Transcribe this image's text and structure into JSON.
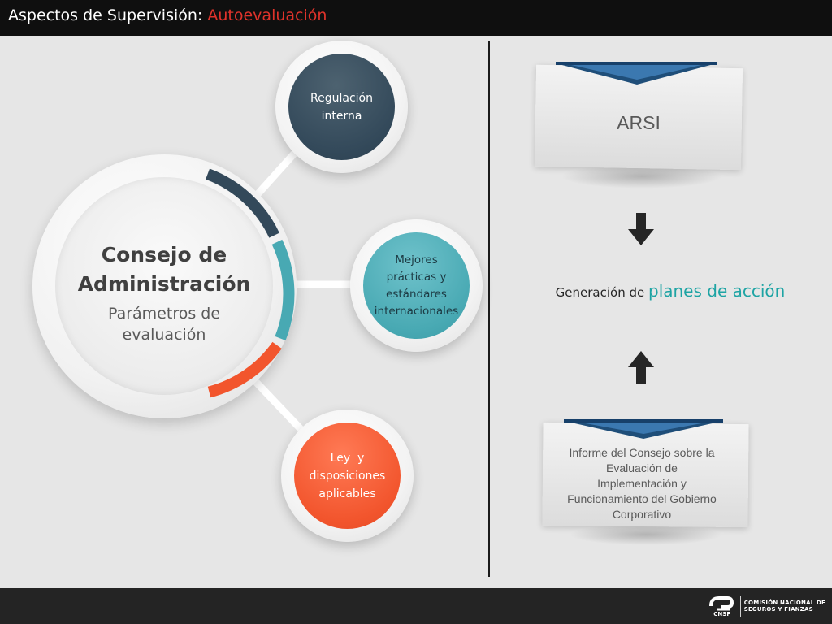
{
  "header": {
    "title_prefix": "Aspectos de Supervisión: ",
    "title_accent": "Autoevaluación"
  },
  "center": {
    "title_line1": "Consejo de",
    "title_line2": "Administración",
    "subtitle_line1": "Parámetros de",
    "subtitle_line2": "evaluación"
  },
  "nodes": [
    {
      "lines": [
        "Regulación",
        "interna"
      ],
      "color": "#33495a"
    },
    {
      "lines": [
        "Mejores",
        "prácticas y",
        "estándares",
        "internacionales"
      ],
      "color": "#48a9b3"
    },
    {
      "lines": [
        "Ley  y",
        "disposiciones",
        "aplicables"
      ],
      "color": "#f2552d"
    }
  ],
  "right": {
    "card1_text": "ARSI",
    "generation_prefix": "Generación de ",
    "generation_accent": "planes de acción",
    "card2_lines": [
      "Informe del Consejo sobre la",
      "Evaluación de",
      "Implementación y",
      "Funcionamiento del Gobierno",
      "Corporativo"
    ]
  },
  "footer": {
    "logo_abbr": "CNSF",
    "logo_line1": "COMISIÓN NACIONAL DE",
    "logo_line2": "SEGUROS Y FIANZAS"
  },
  "colors": {
    "accent_red": "#e0332b",
    "accent_teal": "#1ea4a4",
    "ribbon_blue": "#1f4e79"
  },
  "icons": [
    "arrow-down-icon",
    "arrow-up-icon",
    "cnsf-logo-icon"
  ]
}
